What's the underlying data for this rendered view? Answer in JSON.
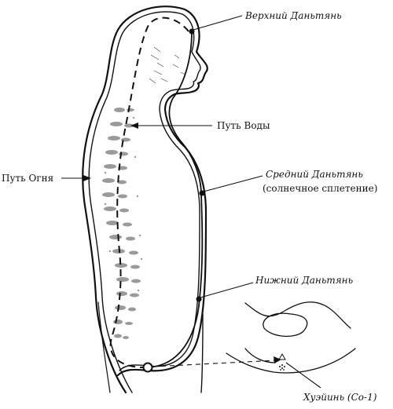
{
  "labels": {
    "upper_dantian": "Верхний Даньтянь",
    "water_path": "Путь Воды",
    "fire_path": "Путь Огня",
    "middle_dantian": "Средний Даньтянь",
    "middle_dantian_sub": "(солнечное сплетение)",
    "lower_dantian": "Нижний Даньтянь",
    "huiyin": "Хуэйинь (Со-1)"
  },
  "colors": {
    "ink": "#111111",
    "spine": "#9a9a9a"
  }
}
